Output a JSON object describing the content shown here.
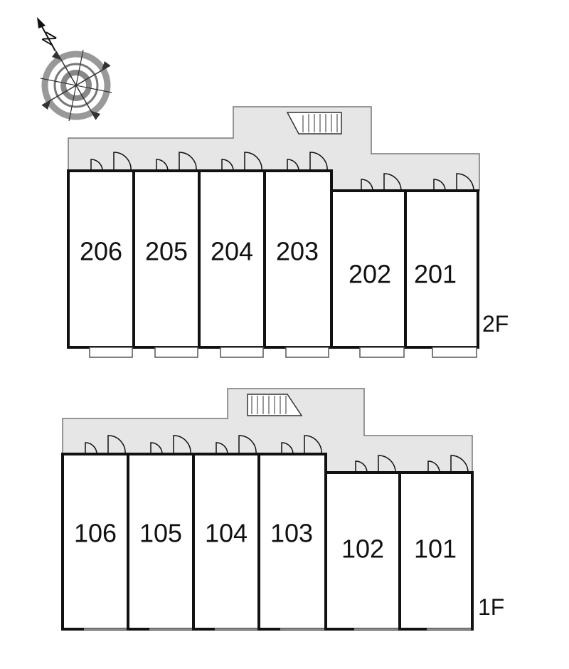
{
  "compass": {
    "north_label": "N",
    "icon": "compass-rose-icon"
  },
  "floor2": {
    "label": "2F",
    "units": [
      "206",
      "205",
      "204",
      "203",
      "202",
      "201"
    ]
  },
  "floor1": {
    "label": "1F",
    "units": [
      "106",
      "105",
      "104",
      "103",
      "102",
      "101"
    ]
  },
  "colors": {
    "corridor": "#e6e6e6",
    "walls": "#111111",
    "compass_ring": "#999999"
  }
}
